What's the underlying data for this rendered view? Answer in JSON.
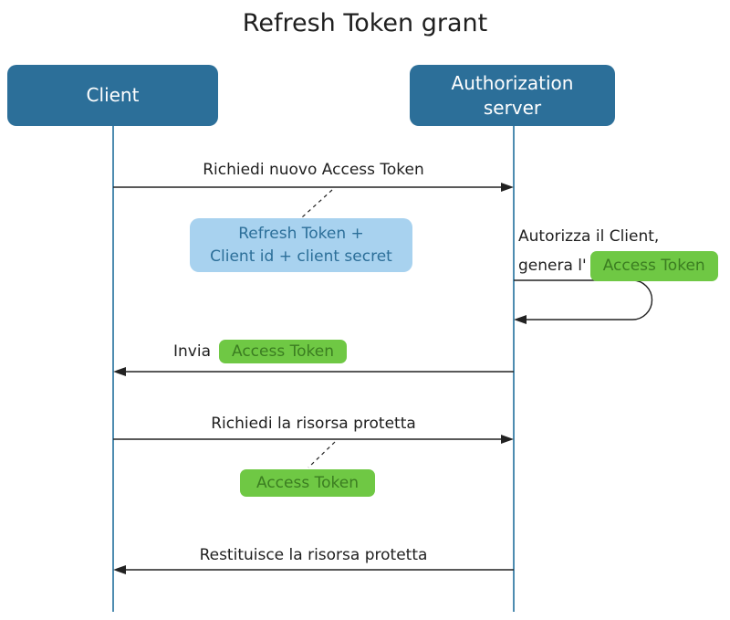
{
  "title": "Refresh Token grant",
  "colors": {
    "actor_fill": "#2c6f99",
    "actor_text": "#ffffff",
    "note_fill": "#a8d2ef",
    "note_text": "#2c6f99",
    "token_fill": "#6fc844",
    "token_text": "#3b7d21",
    "lifeline": "#4e8cb0",
    "arrow": "#222222"
  },
  "diagram": {
    "type": "sequence",
    "actors": {
      "client": {
        "label": "Client"
      },
      "auth_server": {
        "label_line1": "Authorization",
        "label_line2": "server"
      }
    },
    "messages": {
      "m1": {
        "label": "Richiedi nuovo Access Token",
        "from": "Client",
        "to": "Authorization server"
      },
      "m2": {
        "prefix": "Invia",
        "token": "Access Token",
        "from": "Authorization server",
        "to": "Client"
      },
      "m3": {
        "label": "Richiedi la risorsa protetta",
        "from": "Client",
        "to": "Authorization server"
      },
      "m4": {
        "label": "Restituisce la risorsa protetta",
        "from": "Authorization server",
        "to": "Client"
      }
    },
    "self_message": {
      "line1": "Autorizza il Client,",
      "line2_prefix": "genera l'",
      "token": "Access Token",
      "actor": "Authorization server"
    },
    "notes": {
      "refresh_note": {
        "line1": "Refresh Token +",
        "line2": "Client id + client secret",
        "attached_to": "m1"
      },
      "token_note": {
        "token": "Access Token",
        "attached_to": "m3"
      }
    }
  }
}
